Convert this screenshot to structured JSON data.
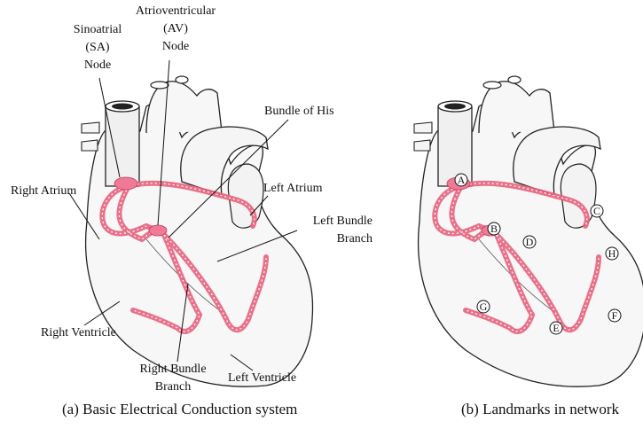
{
  "panel_a": {
    "labels": {
      "sa_node": [
        "Sinoatrial",
        "(SA)",
        "Node"
      ],
      "av_node": [
        "Atrioventricular",
        "(AV)",
        "Node"
      ],
      "bundle_of_his": "Bundle of His",
      "right_atrium": "Right Atrium",
      "left_atrium": "Left Atrium",
      "left_bundle_branch": [
        "Left Bundle",
        "Branch"
      ],
      "right_ventricle": "Right Ventricle",
      "right_bundle_branch": [
        "Right Bundle",
        "Branch"
      ],
      "left_ventricle": "Left Ventricle"
    },
    "caption": "(a)  Basic Electrical Conduction system"
  },
  "panel_b": {
    "landmarks": [
      "A",
      "B",
      "C",
      "D",
      "E",
      "F",
      "G",
      "H"
    ],
    "caption": "(b)  Landmarks in network"
  },
  "colors": {
    "conduction": "#e8627e",
    "outline": "#222222",
    "fill": "#f7f7f7"
  }
}
